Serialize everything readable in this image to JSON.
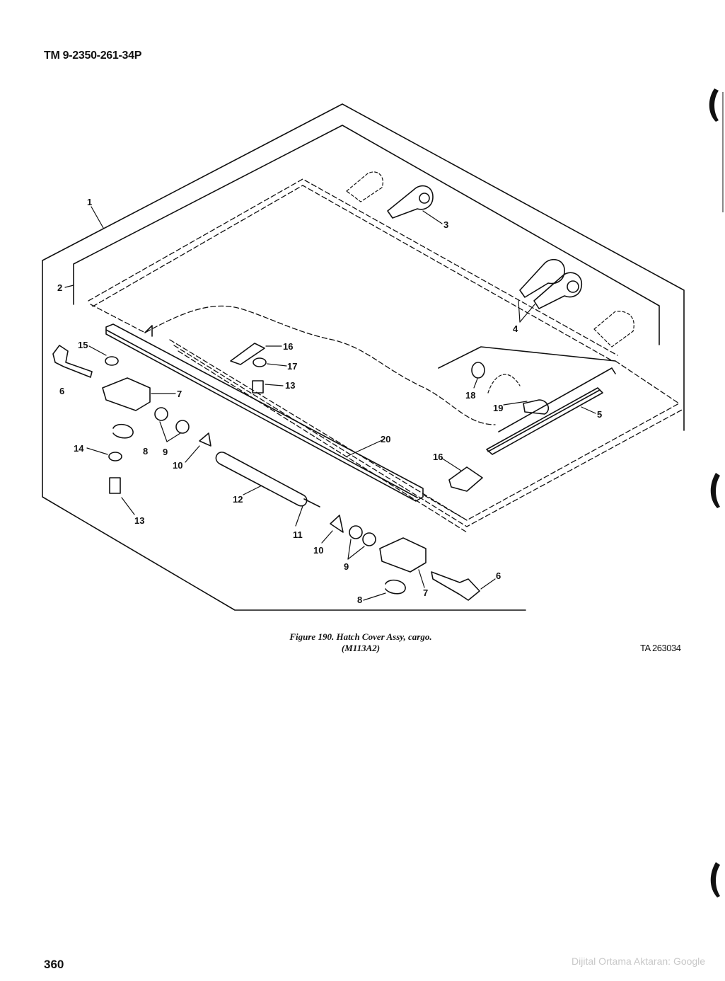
{
  "header": {
    "doc_number": "TM 9-2350-261-34P"
  },
  "figure": {
    "caption_line1": "Figure 190.  Hatch Cover Assy, cargo.",
    "caption_line2": "(M113A2)",
    "ta_code": "TA 263034"
  },
  "callouts": {
    "c1": "1",
    "c2": "2",
    "c3": "3",
    "c4": "4",
    "c5": "5",
    "c6a": "6",
    "c6b": "6",
    "c7a": "7",
    "c7b": "7",
    "c8a": "8",
    "c8b": "8",
    "c9a": "9",
    "c9b": "9",
    "c10a": "10",
    "c10b": "10",
    "c11": "11",
    "c12": "12",
    "c13a": "13",
    "c13b": "13",
    "c14": "14",
    "c15": "15",
    "c16a": "16",
    "c16b": "16",
    "c17": "17",
    "c18": "18",
    "c19": "19",
    "c20": "20"
  },
  "footer": {
    "page_number": "360",
    "digitizer_note": "Dijital Ortama Aktaran: Google"
  }
}
